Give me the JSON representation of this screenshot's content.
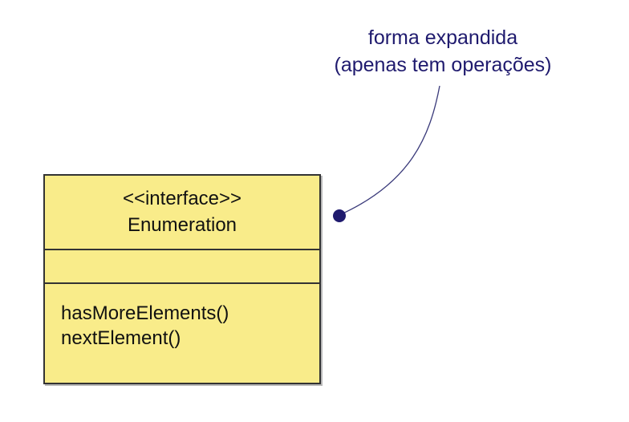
{
  "note": {
    "line1": "forma expandida",
    "line2": "(apenas tem operações)",
    "color": "#1f1a6e"
  },
  "uml_class": {
    "stereotype": "<<interface>>",
    "name": "Enumeration",
    "attributes": [],
    "operations": [
      "hasMoreElements()",
      "nextElement()"
    ],
    "fill_color": "#f9ec8a",
    "border_color": "#333333"
  }
}
